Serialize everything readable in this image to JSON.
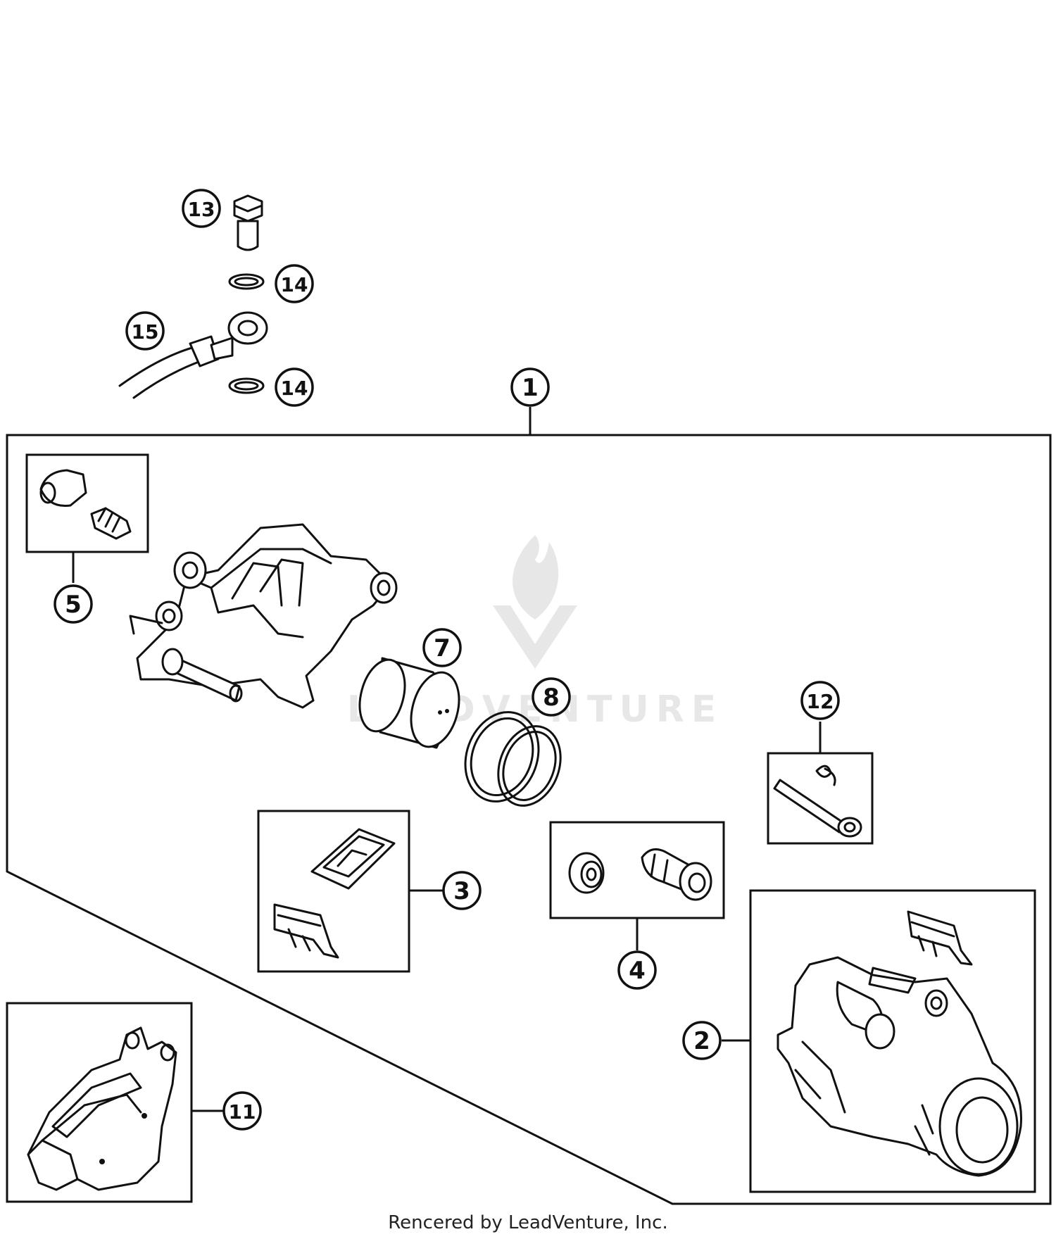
{
  "watermark": {
    "text": "LEADVENTURE"
  },
  "footer": {
    "text": "Rencered by LeadVenture, Inc."
  },
  "callouts": [
    {
      "id": "c1",
      "label": "1"
    },
    {
      "id": "c2",
      "label": "2"
    },
    {
      "id": "c3",
      "label": "3"
    },
    {
      "id": "c4",
      "label": "4"
    },
    {
      "id": "c5",
      "label": "5"
    },
    {
      "id": "c7",
      "label": "7"
    },
    {
      "id": "c8",
      "label": "8"
    },
    {
      "id": "c11",
      "label": "11"
    },
    {
      "id": "c12",
      "label": "12"
    },
    {
      "id": "c13",
      "label": "13"
    },
    {
      "id": "c14a",
      "label": "14"
    },
    {
      "id": "c14b",
      "label": "14"
    },
    {
      "id": "c15",
      "label": "15"
    }
  ]
}
